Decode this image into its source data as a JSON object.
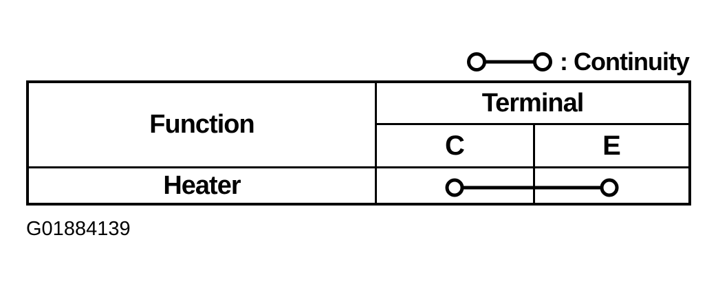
{
  "legend": {
    "label": ": Continuity"
  },
  "table": {
    "header": {
      "function": "Function",
      "terminal": "Terminal",
      "columns": [
        "C",
        "E"
      ]
    },
    "rows": [
      {
        "function": "Heater",
        "continuity_between": [
          "C",
          "E"
        ]
      }
    ]
  },
  "figure_id": "G01884139",
  "colors": {
    "ink": "#000000",
    "paper": "#ffffff"
  }
}
